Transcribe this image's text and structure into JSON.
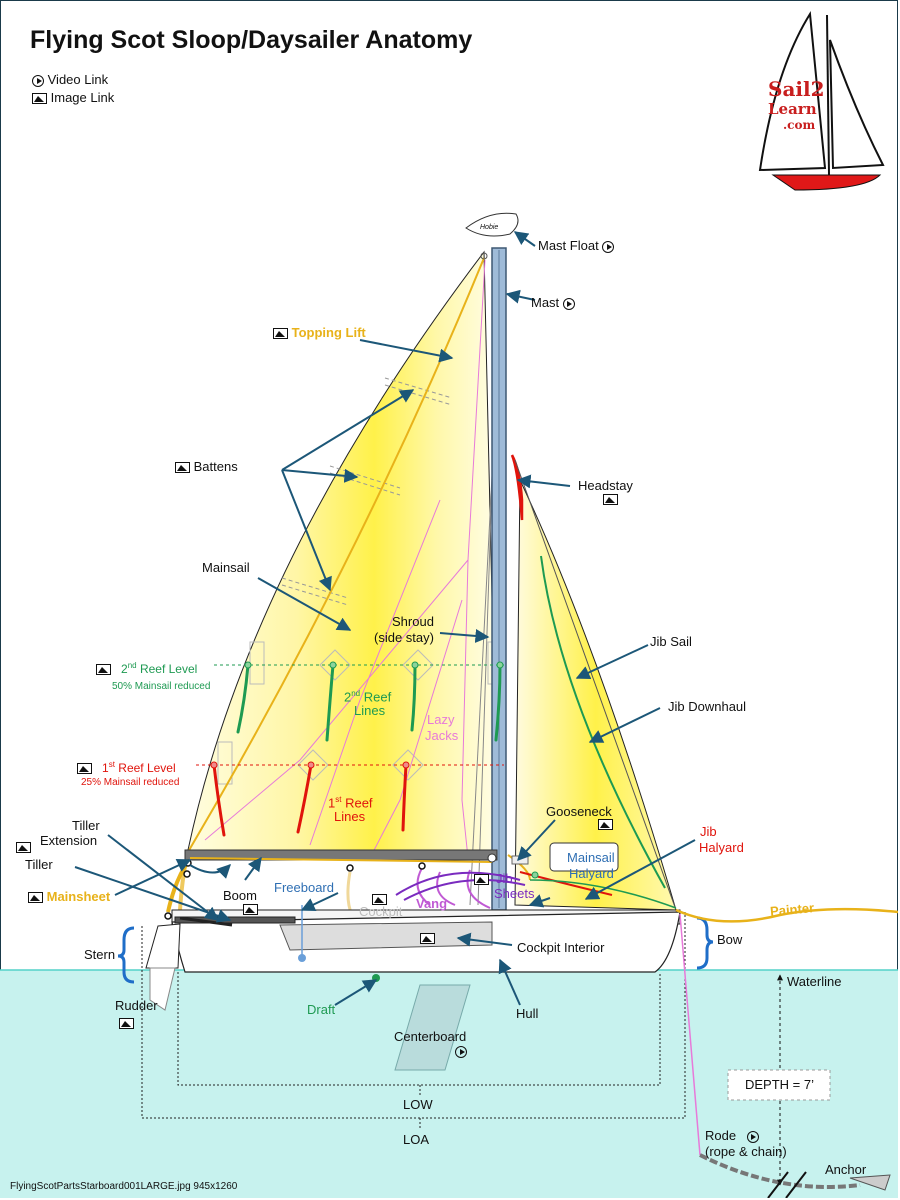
{
  "title": "Flying Scot Sloop/Daysailer Anatomy",
  "legend": {
    "video": "Video Link",
    "image": "Image Link"
  },
  "logo": {
    "line1": "Sail2",
    "line2": "Learn",
    "line3": ".com"
  },
  "labels": {
    "mast_float": "Mast Float",
    "hobie": "Hobie",
    "mast": "Mast",
    "topping_lift": "Topping Lift",
    "battens": "Battens",
    "headstay": "Headstay",
    "mainsail": "Mainsail",
    "shroud_1": "Shroud",
    "shroud_2": "(side stay)",
    "jib_sail": "Jib Sail",
    "jib_downhaul": "Jib Downhaul",
    "reef2_level": "Reef Level",
    "reef2_num": "2",
    "reef2_sup": "nd",
    "reef2_note": "50% Mainsail reduced",
    "reef2_lines_num": "2",
    "reef2_lines_sup": "nd",
    "reef2_lines_a": " Reef",
    "reef2_lines_b": "Lines",
    "lazy_jacks_a": "Lazy",
    "lazy_jacks_b": "Jacks",
    "reef1_level": "Reef Level",
    "reef1_num": "1",
    "reef1_sup": "st",
    "reef1_note": "25% Mainsail reduced",
    "reef1_lines_num": "1",
    "reef1_lines_sup": "st",
    "reef1_lines_a": " Reef",
    "reef1_lines_b": "Lines",
    "gooseneck": "Gooseneck",
    "tiller_ext_a": "Tiller",
    "tiller_ext_b": "Extension",
    "jib_halyard_a": "Jib",
    "jib_halyard_b": "Halyard",
    "tiller": "Tiller",
    "mainsail_halyard_a": "Mainsail",
    "mainsail_halyard_b": "Halyard",
    "freeboard": "Freeboard",
    "jib_sheets_a": "Jib",
    "jib_sheets_b": "Sheets",
    "mainsheet": "Mainsheet",
    "boom": "Boom",
    "cockpit": "Cockpit",
    "vang": "Vang",
    "painter": "Painter",
    "stern": "Stern",
    "cockpit_interior": "Cockpit Interior",
    "bow": "Bow",
    "waterline": "Waterline",
    "rudder": "Rudder",
    "draft": "Draft",
    "hull": "Hull",
    "centerboard": "Centerboard",
    "depth": "DEPTH = 7’",
    "low": "LOW",
    "loa": "LOA",
    "rode_a": "Rode",
    "rode_b": "(rope & chain)",
    "anchor": "Anchor"
  },
  "footer": "FlyingScotPartsStarboard001LARGE.jpg 945x1260",
  "colors": {
    "water": "#c7f2ee",
    "sail_yellow": "#fff35a",
    "label_blue": "#1c5778",
    "reef_green": "#1e9a52",
    "reef_red": "#e0140c",
    "mainsheet_gold": "#e8b21a",
    "mast_blue": "#7fa3c8"
  },
  "icons": [
    "play-circle-icon",
    "image-link-icon"
  ]
}
